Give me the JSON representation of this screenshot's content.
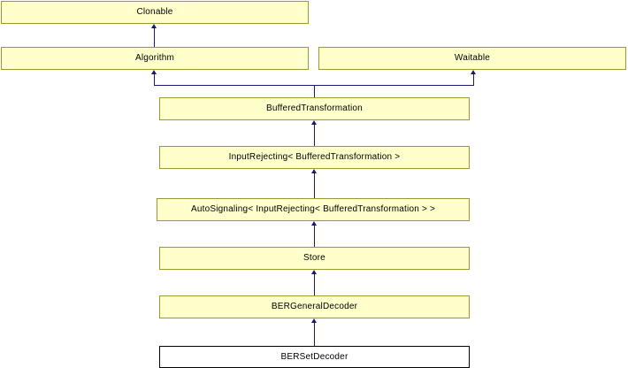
{
  "diagram": {
    "type": "class-inheritance-graph",
    "title": "BERSetDecoder inheritance diagram",
    "colors": {
      "node_fill": "#ffffcc",
      "node_border": "#999933",
      "current_node_fill": "#ffffff",
      "current_node_border": "#000000",
      "edge": "#191970",
      "text": "#000000",
      "background": "#ffffff"
    },
    "nodes": [
      {
        "id": "clonable",
        "label": "Clonable",
        "current": false
      },
      {
        "id": "algorithm",
        "label": "Algorithm",
        "current": false
      },
      {
        "id": "waitable",
        "label": "Waitable",
        "current": false
      },
      {
        "id": "bufferedtransformation",
        "label": "BufferedTransformation",
        "current": false
      },
      {
        "id": "inputrejecting",
        "label": "InputRejecting< BufferedTransformation >",
        "current": false
      },
      {
        "id": "autosignaling",
        "label": "AutoSignaling< InputRejecting< BufferedTransformation > >",
        "current": false
      },
      {
        "id": "store",
        "label": "Store",
        "current": false
      },
      {
        "id": "bergeneraldecoder",
        "label": "BERGeneralDecoder",
        "current": false
      },
      {
        "id": "bersetdecoder",
        "label": "BERSetDecoder",
        "current": true
      }
    ],
    "edges": [
      {
        "from": "algorithm",
        "to": "clonable"
      },
      {
        "from": "bufferedtransformation",
        "to": "algorithm"
      },
      {
        "from": "bufferedtransformation",
        "to": "waitable"
      },
      {
        "from": "inputrejecting",
        "to": "bufferedtransformation"
      },
      {
        "from": "autosignaling",
        "to": "inputrejecting"
      },
      {
        "from": "store",
        "to": "autosignaling"
      },
      {
        "from": "bergeneraldecoder",
        "to": "store"
      },
      {
        "from": "bersetdecoder",
        "to": "bergeneraldecoder"
      }
    ]
  }
}
